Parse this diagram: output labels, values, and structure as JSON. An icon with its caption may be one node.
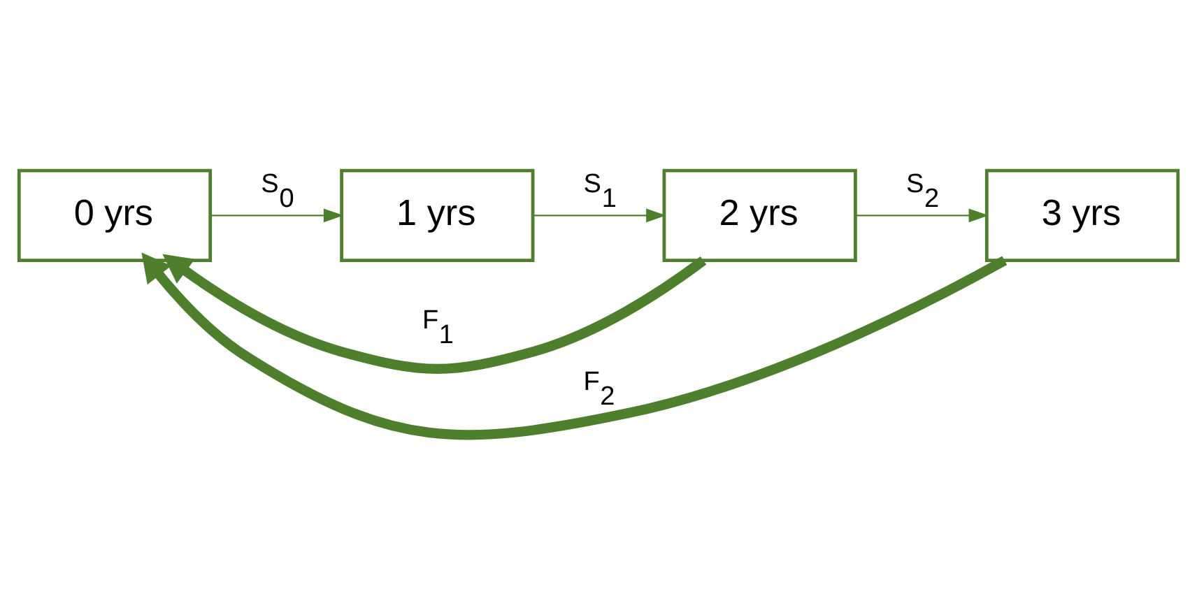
{
  "diagram": {
    "nodes": [
      {
        "text": [
          "0 yrs"
        ]
      },
      {
        "text": [
          "1 yrs"
        ]
      },
      {
        "text": [
          "2 yrs"
        ]
      },
      {
        "text": [
          "3 yrs"
        ]
      }
    ],
    "edges": [
      {
        "from": 0,
        "to": 1,
        "arrow": "to",
        "label": "S$_{0}$"
      },
      {
        "from": 1,
        "to": 2,
        "arrow": "to",
        "label": "S$_{1}$"
      },
      {
        "from": 2,
        "to": 3,
        "arrow": "to",
        "label": "S$_{2}$"
      },
      {
        "from": 2,
        "to": 0,
        "arrow": "to",
        "label": "F$_{1}$",
        "style": "thick"
      },
      {
        "from": 3,
        "to": 0,
        "arrow": "to",
        "label": "F$_{2}$",
        "style": "thick"
      }
    ]
  }
}
